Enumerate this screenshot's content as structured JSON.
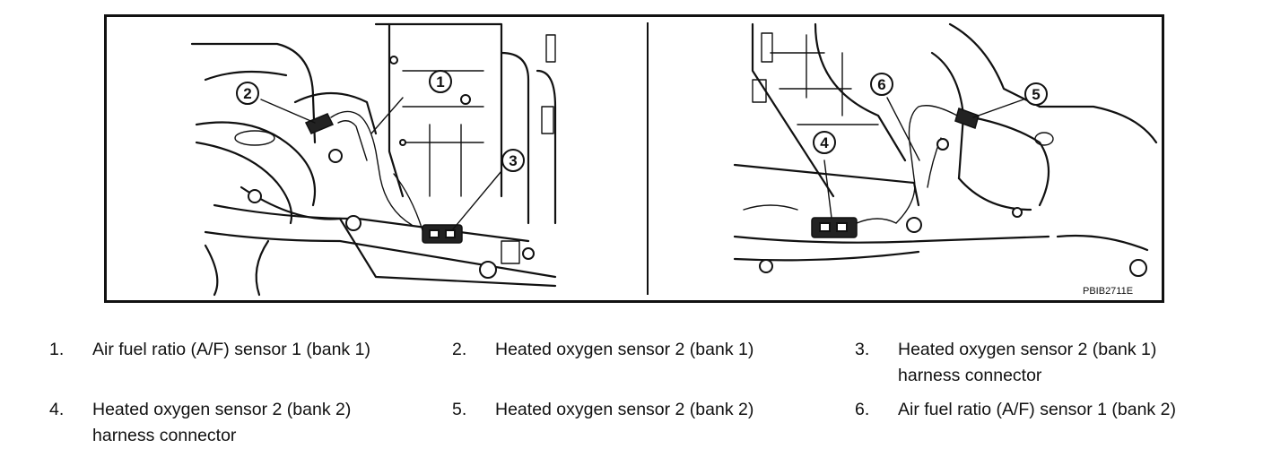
{
  "figure": {
    "code": "PBIB2711E",
    "callouts": [
      "1",
      "2",
      "3",
      "4",
      "5",
      "6"
    ]
  },
  "legend": [
    {
      "num": "1.",
      "text": "Air fuel ratio (A/F) sensor 1 (bank 1)",
      "text2": ""
    },
    {
      "num": "2.",
      "text": "Heated oxygen sensor 2 (bank 1)",
      "text2": ""
    },
    {
      "num": "3.",
      "text": "Heated oxygen sensor 2 (bank 1)",
      "text2": "harness connector"
    },
    {
      "num": "4.",
      "text": "Heated oxygen sensor 2 (bank 2)",
      "text2": "harness connector"
    },
    {
      "num": "5.",
      "text": "Heated oxygen sensor 2 (bank 2)",
      "text2": ""
    },
    {
      "num": "6.",
      "text": "Air fuel ratio (A/F) sensor 1 (bank 2)",
      "text2": ""
    }
  ]
}
